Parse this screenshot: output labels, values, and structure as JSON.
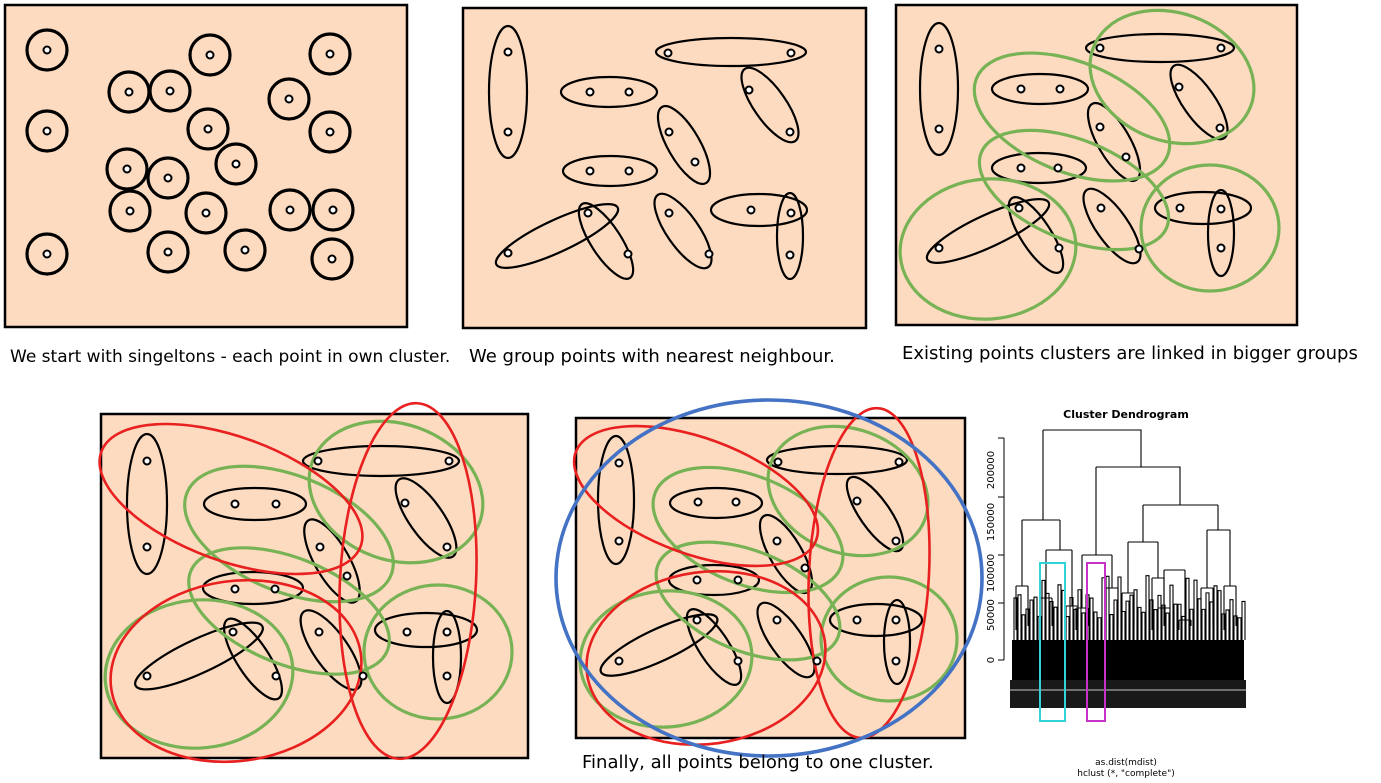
{
  "captions": {
    "panel1": "We start with singeltons - each point in own cluster.",
    "panel2": "We group points with nearest neighbour.",
    "panel3": "Existing points clusters are linked in bigger groups",
    "panel5": "Finally, all points belong to one cluster."
  },
  "dendrogram": {
    "title": "Cluster Dendrogram",
    "yticks": [
      "200000",
      "150000",
      "100000",
      "50000",
      "0"
    ],
    "xlabel_line1": "as.dist(mdist)",
    "xlabel_line2": "hclust (*, \"complete\")",
    "highlight_colors": [
      "#2FD3D8",
      "#C733C7"
    ]
  },
  "colors": {
    "panel_bg": "#FDDBC0",
    "green": "#77B255",
    "red": "#E8201F",
    "blue": "#4472C4"
  }
}
